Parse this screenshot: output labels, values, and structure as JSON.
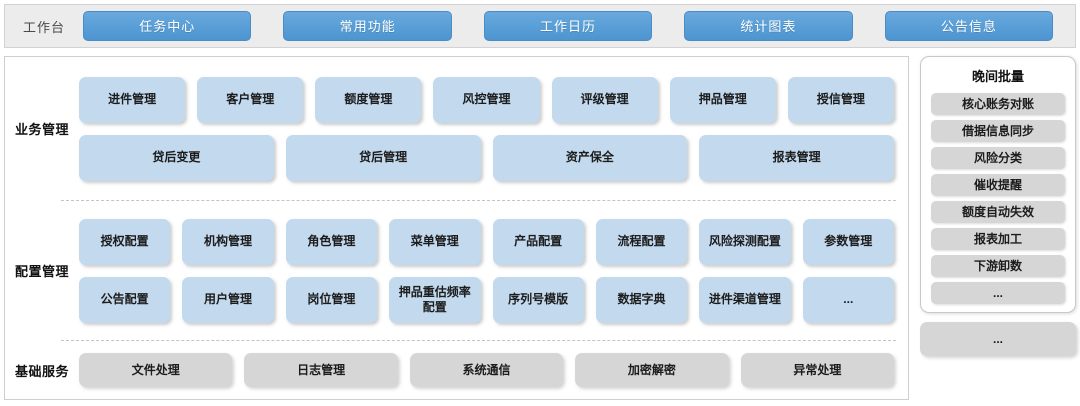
{
  "topbar": {
    "workbench_label": "工作台",
    "tabs": [
      {
        "label": "任务中心"
      },
      {
        "label": "常用功能"
      },
      {
        "label": "工作日历"
      },
      {
        "label": "统计图表"
      },
      {
        "label": "公告信息"
      }
    ],
    "button_color": "#5ba0d8",
    "background": "#ececec"
  },
  "sections": [
    {
      "label": "业务管理",
      "card_color": "#c2d9ee",
      "rows": [
        [
          {
            "label": "进件管理"
          },
          {
            "label": "客户管理"
          },
          {
            "label": "额度管理"
          },
          {
            "label": "风控管理"
          },
          {
            "label": "评级管理"
          },
          {
            "label": "押品管理"
          },
          {
            "label": "授信管理"
          }
        ],
        [
          {
            "label": "贷后变更"
          },
          {
            "label": "贷后管理"
          },
          {
            "label": "资产保全"
          },
          {
            "label": "报表管理"
          }
        ]
      ]
    },
    {
      "label": "配置管理",
      "card_color": "#c2d9ee",
      "rows": [
        [
          {
            "label": "授权配置"
          },
          {
            "label": "机构管理"
          },
          {
            "label": "角色管理"
          },
          {
            "label": "菜单管理"
          },
          {
            "label": "产品配置"
          },
          {
            "label": "流程配置"
          },
          {
            "label": "风险探测配置"
          },
          {
            "label": "参数管理"
          }
        ],
        [
          {
            "label": "公告配置"
          },
          {
            "label": "用户管理"
          },
          {
            "label": "岗位管理"
          },
          {
            "label": "押品重估频率配置"
          },
          {
            "label": "序列号模版"
          },
          {
            "label": "数据字典"
          },
          {
            "label": "进件渠道管理"
          },
          {
            "label": "..."
          }
        ]
      ]
    },
    {
      "label": "基础服务",
      "card_color": "#d6d6d6",
      "rows": [
        [
          {
            "label": "文件处理"
          },
          {
            "label": "日志管理"
          },
          {
            "label": "系统通信"
          },
          {
            "label": "加密解密"
          },
          {
            "label": "异常处理"
          }
        ]
      ]
    }
  ],
  "sidebar": {
    "title": "晚间批量",
    "items": [
      {
        "label": "核心账务对账"
      },
      {
        "label": "借据信息同步"
      },
      {
        "label": "风险分类"
      },
      {
        "label": "催收提醒"
      },
      {
        "label": "额度自动失效"
      },
      {
        "label": "报表加工"
      },
      {
        "label": "下游卸数"
      },
      {
        "label": "..."
      }
    ],
    "more_label": "...",
    "item_color": "#d6d6d6"
  }
}
